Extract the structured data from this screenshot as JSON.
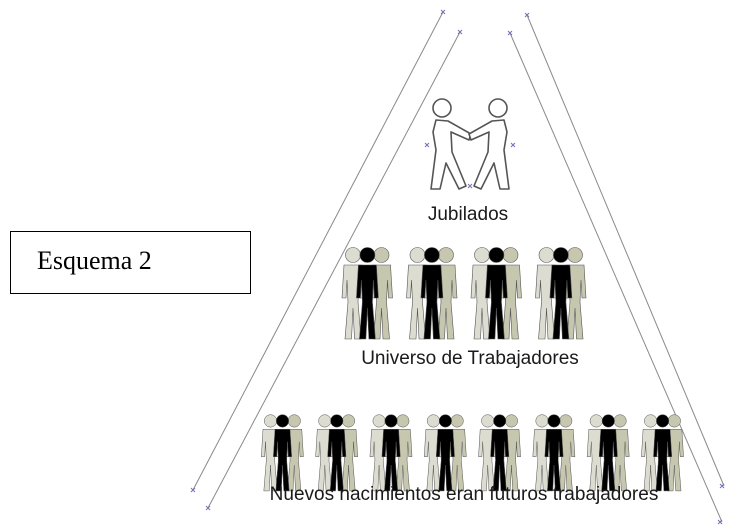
{
  "scheme": {
    "label": "Esquema 2"
  },
  "tiers": {
    "retired": {
      "label": "Jubilados"
    },
    "workers": {
      "label": "Universo de Trabajadores"
    },
    "newborns": {
      "label": "Nuevos nacimientos eran futuros trabajadores"
    }
  },
  "colors": {
    "dark": "#000000",
    "light": "#dcdcd0",
    "mid": "#c6c7ae",
    "line": "#808080",
    "marker": "#5a5ad0"
  }
}
